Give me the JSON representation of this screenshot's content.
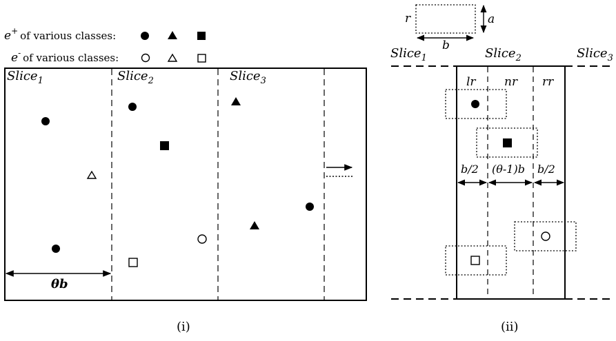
{
  "legend": {
    "positive_label": "of various classes:",
    "positive_symbol": "e",
    "positive_sup": "+",
    "negative_label": "of various classes:",
    "negative_symbol": "e",
    "negative_sup": "-"
  },
  "panel_i": {
    "slice1": {
      "base": "Slice",
      "sub": "1"
    },
    "slice2": {
      "base": "Slice",
      "sub": "2"
    },
    "slice3": {
      "base": "Slice",
      "sub": "3"
    },
    "width_label": "θb",
    "caption": "(i)"
  },
  "panel_ii": {
    "r_label": "r",
    "a_label": "a",
    "b_label": "b",
    "slice1": {
      "base": "Slice",
      "sub": "1"
    },
    "slice2": {
      "base": "Slice",
      "sub": "2"
    },
    "slice3": {
      "base": "Slice",
      "sub": "3"
    },
    "lr": "lr",
    "nr": "nr",
    "rr": "rr",
    "left_width": "b/2",
    "middle_width": "(θ-1)b",
    "right_width": "b/2",
    "caption": "(ii)"
  },
  "colors": {
    "ink": "#000000",
    "background": "#ffffff"
  }
}
